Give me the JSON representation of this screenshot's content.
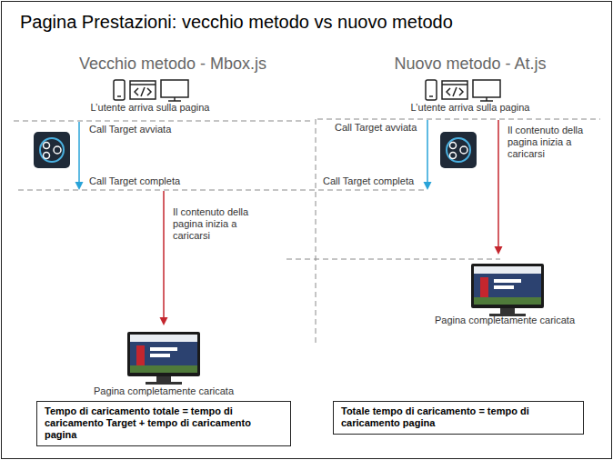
{
  "diagram": {
    "title": "Pagina Prestazioni: vecchio metodo vs nuovo metodo",
    "nodes": [
      {
        "text": [
          "Tempo di caricamento totale = tempo di caricamento Target + tempo di caricamento pagina"
        ]
      },
      {
        "text": [
          "Totale tempo di caricamento = tempo di caricamento pagina"
        ]
      }
    ],
    "labels": [
      "Vecchio metodo - Mbox.js",
      "Nuovo metodo - At.js",
      "L’utente arriva sulla pagina",
      "L’utente arriva sulla pagina",
      "Call Target avviata",
      "Call Target avviata",
      "Call Target completa",
      "Call Target completa",
      "Il contenuto della pagina inizia a caricarsi",
      "Il contenuto della pagina inizia a caricarsi",
      "Pagina completamente caricata",
      "Pagina completamente caricata"
    ]
  }
}
